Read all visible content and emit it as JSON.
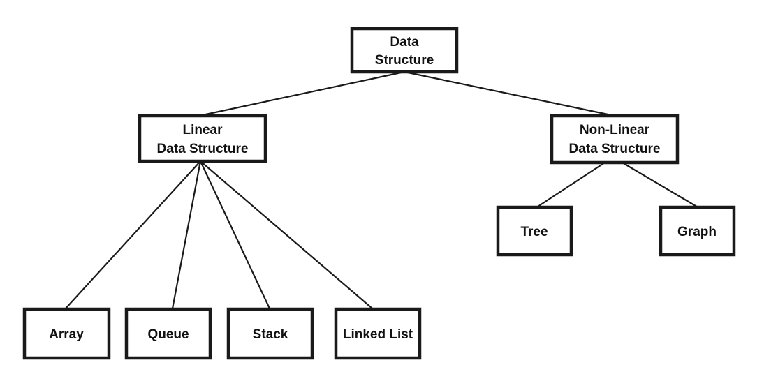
{
  "diagram": {
    "root": {
      "line1": "Data",
      "line2": "Structure"
    },
    "linear": {
      "line1": "Linear",
      "line2": "Data Structure"
    },
    "nonlinear": {
      "line1": "Non-Linear",
      "line2": "Data Structure"
    },
    "array": {
      "label": "Array"
    },
    "queue": {
      "label": "Queue"
    },
    "stack": {
      "label": "Stack"
    },
    "linked_list": {
      "label": "Linked List"
    },
    "tree": {
      "label": "Tree"
    },
    "graph": {
      "label": "Graph"
    }
  },
  "colors": {
    "stroke": "#1a1a1a",
    "background": "#ffffff",
    "text": "#111111"
  }
}
